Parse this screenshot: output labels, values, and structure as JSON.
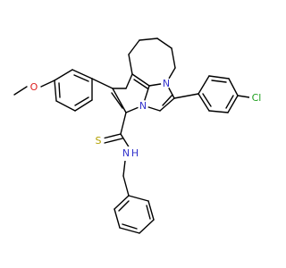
{
  "colors": {
    "bond": "#000000",
    "background": "#ffffff",
    "nitrogen": "#3333cc",
    "sulfur": "#b2a000",
    "chlorine": "#1fa01f",
    "oxygen": "#dd2020"
  },
  "atom_labels": {
    "methoxy_o": "O",
    "ring_n_upper": "N",
    "ring_n_lower": "N",
    "chlorine": "Cl",
    "thio_s": "S",
    "amide_n": "N",
    "amide_h": "H"
  }
}
